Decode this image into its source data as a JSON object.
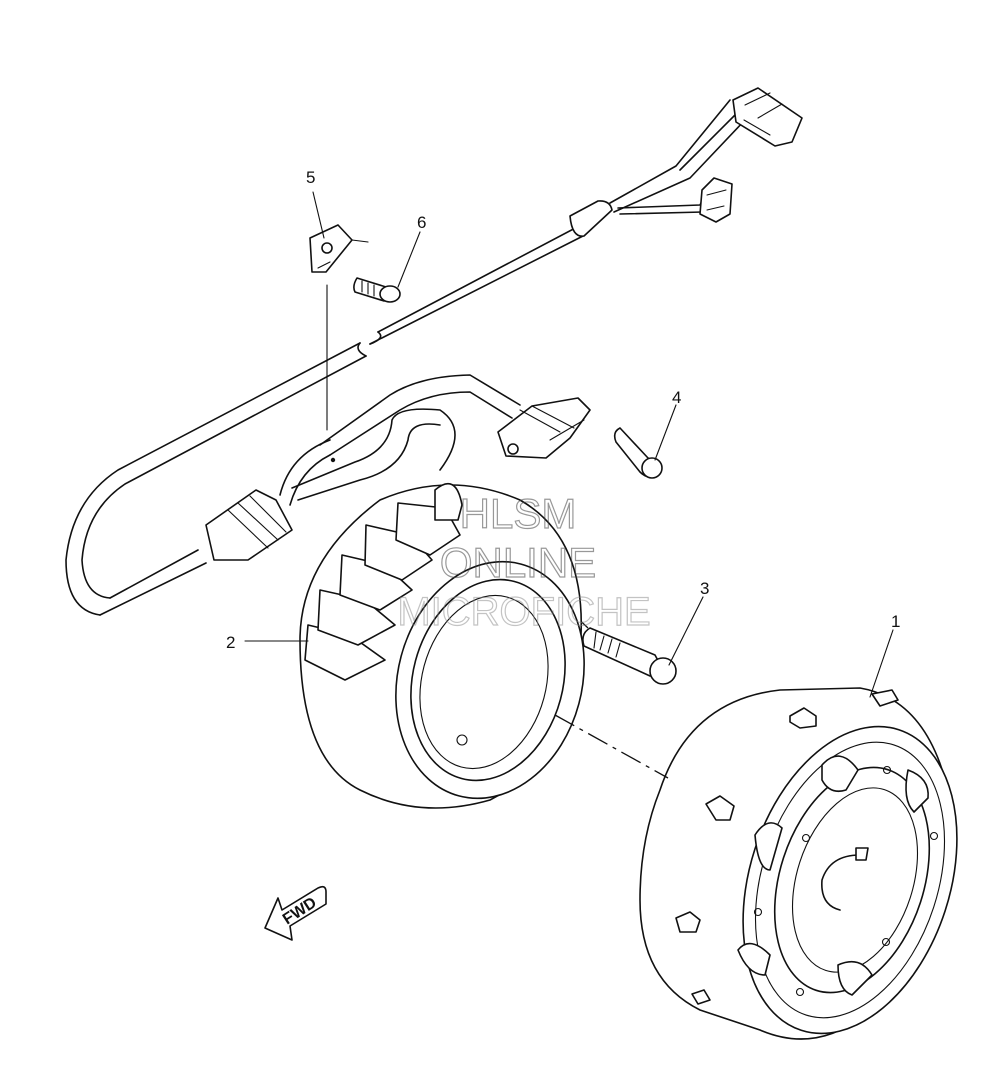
{
  "callouts": [
    {
      "id": "1",
      "label": "1"
    },
    {
      "id": "2",
      "label": "2"
    },
    {
      "id": "3",
      "label": "3"
    },
    {
      "id": "4",
      "label": "4"
    },
    {
      "id": "5",
      "label": "5"
    },
    {
      "id": "6",
      "label": "6"
    }
  ],
  "watermark": {
    "line1": "HLSM",
    "line2": "ONLINE",
    "line3": "MICROFICHE"
  },
  "direction_label": "FWD"
}
